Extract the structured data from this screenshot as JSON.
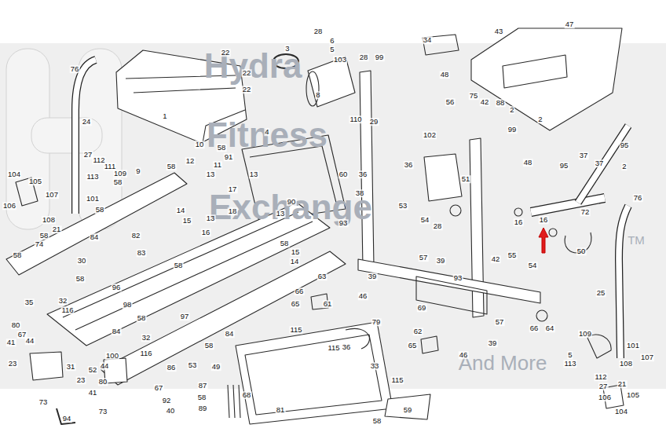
{
  "diagram": {
    "labels": [
      "104",
      "105",
      "106",
      "107",
      "108",
      "27",
      "112",
      "111",
      "113",
      "109",
      "9",
      "58",
      "101",
      "58",
      "21",
      "58",
      "74",
      "58",
      "30",
      "58",
      "96",
      "35",
      "32",
      "116",
      "80",
      "67",
      "41",
      "44",
      "23",
      "31",
      "73",
      "94",
      "23",
      "41",
      "52",
      "44",
      "100",
      "80",
      "67",
      "58",
      "32",
      "116",
      "98",
      "97",
      "86",
      "53",
      "87",
      "58",
      "89",
      "92",
      "40",
      "73",
      "84",
      "76",
      "24",
      "1",
      "22",
      "22",
      "22",
      "3",
      "28",
      "6",
      "5",
      "103",
      "8",
      "28",
      "99",
      "29",
      "110",
      "58",
      "12",
      "10",
      "58",
      "91",
      "11",
      "13",
      "14",
      "15",
      "13",
      "16",
      "17",
      "18",
      "82",
      "84",
      "83",
      "58",
      "4",
      "60",
      "13",
      "90",
      "13",
      "58",
      "15",
      "14",
      "63",
      "66",
      "65",
      "61",
      "46",
      "84",
      "58",
      "115",
      "115",
      "79",
      "36",
      "81",
      "33",
      "115",
      "58",
      "59",
      "68",
      "49",
      "102",
      "56",
      "36",
      "38",
      "51",
      "53",
      "36",
      "93",
      "54",
      "28",
      "57",
      "39",
      "42",
      "75",
      "88",
      "2",
      "34",
      "48",
      "43",
      "47",
      "99",
      "2",
      "48",
      "95",
      "37",
      "37",
      "2",
      "95",
      "16",
      "16",
      "72",
      "50",
      "76",
      "25",
      "42",
      "55",
      "54",
      "93",
      "39",
      "69",
      "62",
      "65",
      "46",
      "57",
      "39",
      "66",
      "64",
      "109",
      "101",
      "5",
      "113",
      "108",
      "107",
      "112",
      "27",
      "21",
      "106",
      "105",
      "104",
      "Hydra",
      "Fitness",
      "Exchange",
      "TM",
      "And More"
    ]
  }
}
